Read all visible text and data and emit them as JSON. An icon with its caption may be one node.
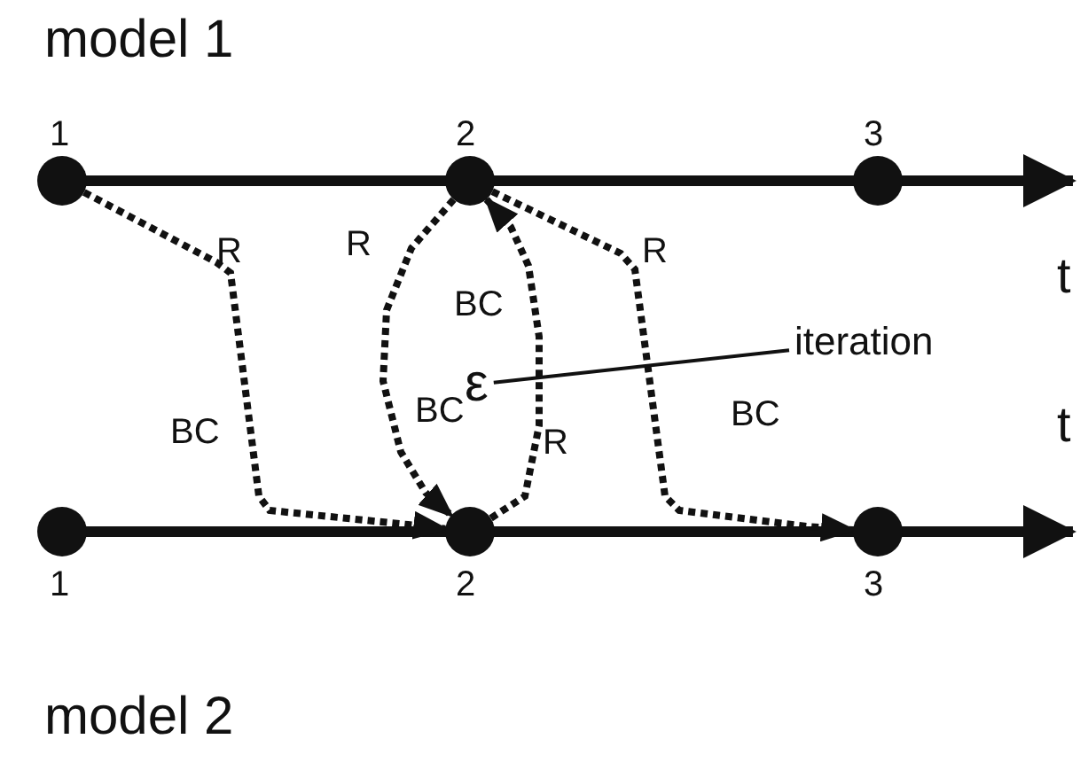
{
  "diagram": {
    "nodes": [
      {
        "text": [],
        "shape": "circle",
        "beside": [
          "1"
        ]
      },
      {
        "text": [],
        "shape": "circle",
        "beside": [
          "2"
        ]
      },
      {
        "text": [],
        "shape": "circle",
        "beside": [
          "3"
        ]
      },
      {
        "text": [],
        "shape": "circle",
        "beside": [
          "1"
        ]
      },
      {
        "text": [],
        "shape": "circle",
        "beside": [
          "2"
        ]
      },
      {
        "text": [],
        "shape": "circle",
        "beside": [
          "3"
        ]
      },
      {
        "text": [
          "ε"
        ]
      },
      {
        "text": [
          "iteration"
        ]
      }
    ],
    "edges": [
      {
        "from": 0,
        "to": 4,
        "arrow": "to",
        "style": "dashed"
      },
      {
        "from": 1,
        "to": 4,
        "arrow": "to",
        "style": "dashed"
      },
      {
        "from": 4,
        "to": 1,
        "arrow": "to",
        "style": "dashed"
      },
      {
        "from": 1,
        "to": 5,
        "arrow": "to",
        "style": "dashed"
      },
      {
        "from": 7,
        "to": 6,
        "arrow": "none"
      }
    ],
    "labels": [
      "model 1",
      "R",
      "R",
      "R",
      "t",
      "BC",
      "BC",
      "BC",
      "R",
      "BC",
      "t",
      "model 2"
    ]
  }
}
